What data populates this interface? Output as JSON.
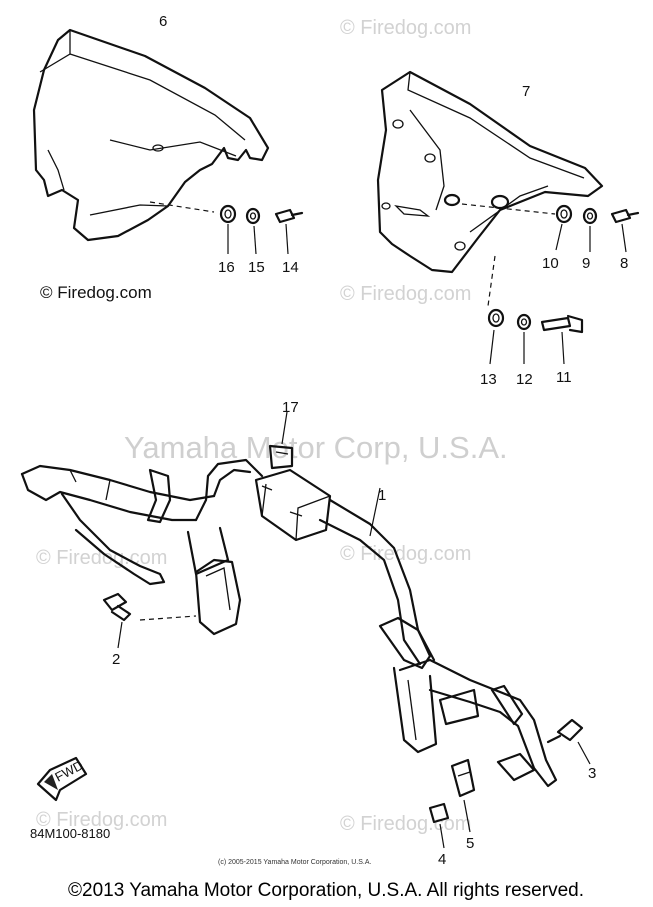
{
  "watermarks": {
    "site": "© Firedog.com",
    "publisher": "Yamaha Motor Corp, U.S.A."
  },
  "copyright_top": "© Firedog.com",
  "callouts": [
    "1",
    "2",
    "3",
    "4",
    "5",
    "6",
    "7",
    "8",
    "9",
    "10",
    "11",
    "12",
    "13",
    "14",
    "15",
    "16",
    "17"
  ],
  "diagram_code": "84M100-8180",
  "fine_print": "(c) 2005-2015 Yamaha Motor Corporation, U.S.A.",
  "footer": "©2013 Yamaha Motor Corporation, U.S.A. All rights reserved.",
  "fwd_label": "FWD",
  "colors": {
    "ink": "#111111",
    "watermark": "#d2d2d2",
    "background": "#ffffff"
  }
}
